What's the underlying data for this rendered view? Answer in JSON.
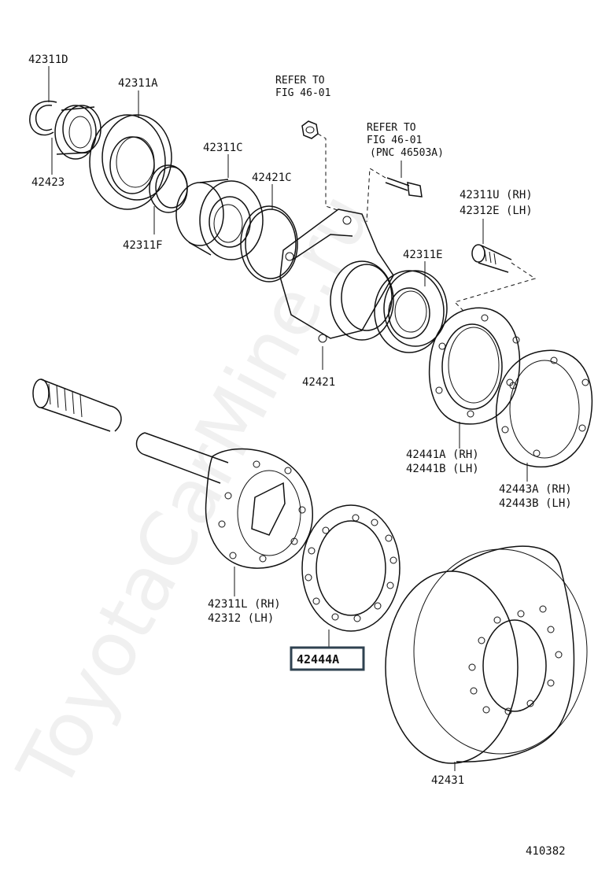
{
  "watermark": "ToyotaCarMine.ru",
  "labels": {
    "p42311D": "42311D",
    "p42311A": "42311A",
    "p42423": "42423",
    "p42311C": "42311C",
    "p42421C": "42421C",
    "p42311F": "42311F",
    "refer1_line1": "REFER TO",
    "refer1_line2": "FIG 46-01",
    "refer2_line1": "REFER TO",
    "refer2_line2": "FIG 46-01",
    "refer2_line3": "(PNC 46503A)",
    "p42311U": "42311U (RH)",
    "p42312E": "42312E (LH)",
    "p42311E": "42311E",
    "p42421": "42421",
    "p42441A": "42441A (RH)",
    "p42441B": "42441B (LH)",
    "p42443A": "42443A (RH)",
    "p42443B": "42443B (LH)",
    "p42311L": "42311L (RH)",
    "p42312": "42312  (LH)",
    "p42444A": "42444A",
    "p42431": "42431",
    "figure_number": "410382"
  },
  "highlighted_part": "42444A",
  "colors": {
    "ink": "#111111",
    "highlight_box": "#2f4250"
  }
}
